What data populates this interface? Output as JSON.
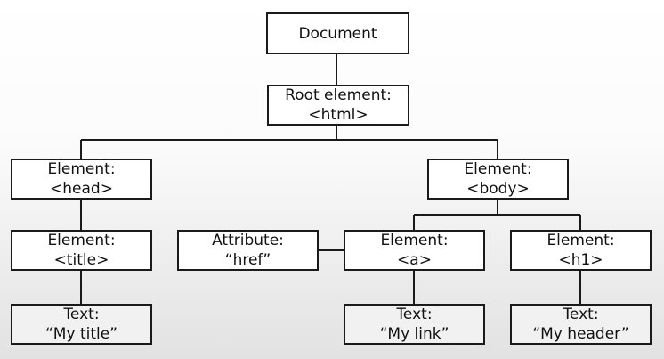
{
  "nodes": {
    "document": {
      "line1": "Document"
    },
    "root": {
      "line1": "Root element:",
      "line2": "<html>"
    },
    "head": {
      "line1": "Element:",
      "line2": "<head>"
    },
    "body": {
      "line1": "Element:",
      "line2": "<body>"
    },
    "title": {
      "line1": "Element:",
      "line2": "<title>"
    },
    "attribute": {
      "line1": "Attribute:",
      "line2": "“href”"
    },
    "a": {
      "line1": "Element:",
      "line2": "<a>"
    },
    "h1": {
      "line1": "Element:",
      "line2": "<h1>"
    },
    "text_title": {
      "line1": "Text:",
      "line2": "“My title”"
    },
    "text_link": {
      "line1": "Text:",
      "line2": "“My link”"
    },
    "text_header": {
      "line1": "Text:",
      "line2": "“My header”"
    }
  }
}
